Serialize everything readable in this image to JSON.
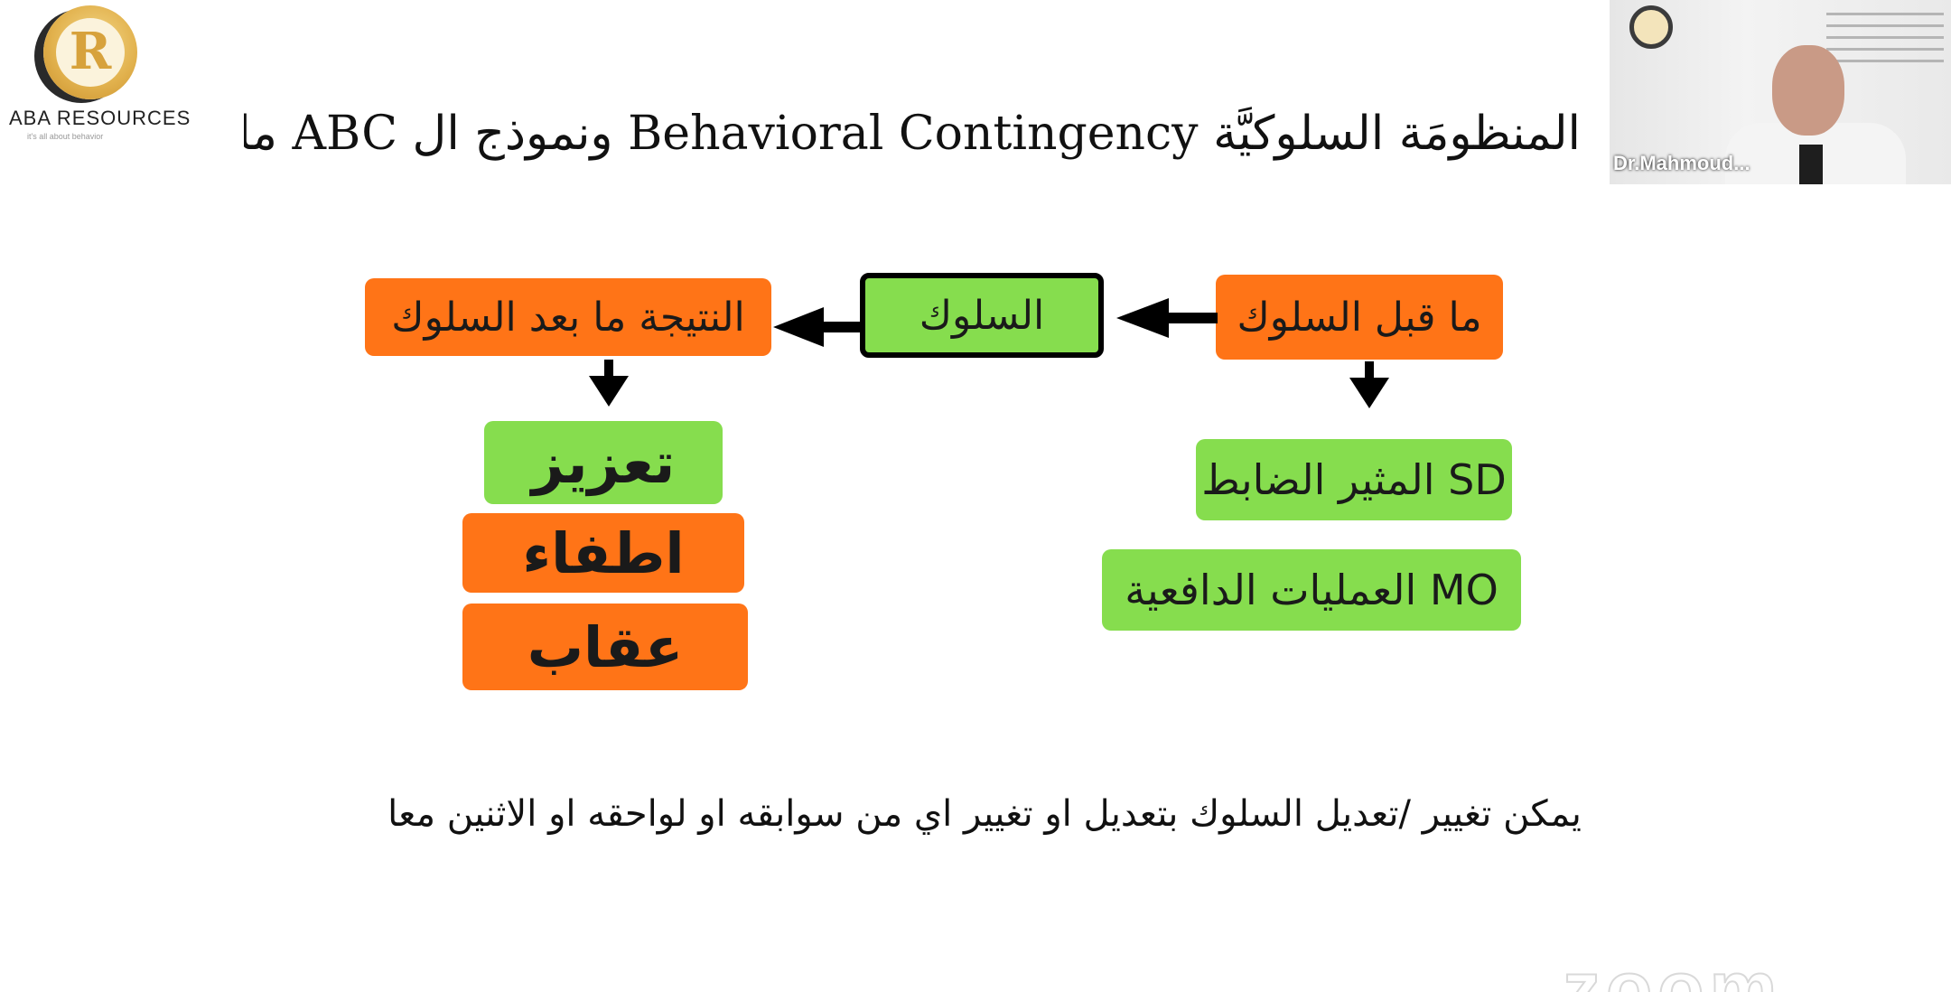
{
  "logo": {
    "brand": "ABA RESOURCES",
    "letter": "R",
    "tagline": "it's all about behavior"
  },
  "slide": {
    "title": "المنظومَة السلوكيَّة Behavioral Contingency ونموذج ال ABC ما قبل السلوك",
    "antecedent": "ما قبل السلوك",
    "behavior": "السلوك",
    "consequence": "النتيجة ما بعد السلوك",
    "antecedent_items": [
      "المثير الضابط SD",
      "العمليات الدافعية MO"
    ],
    "consequence_items": [
      "تعزيز",
      "اطفاء",
      "عقاب"
    ],
    "bottom_text": "يمكن تغيير /تعديل السلوك بتعديل او تغيير اي من سوابقه او لواحقه او الاثنين معا"
  },
  "webcam": {
    "participant_name": "Dr.Mahmoud..."
  },
  "watermark": "zoom",
  "colors": {
    "orange": "#ff7417",
    "green": "#86dd4e",
    "border": "#000000"
  }
}
